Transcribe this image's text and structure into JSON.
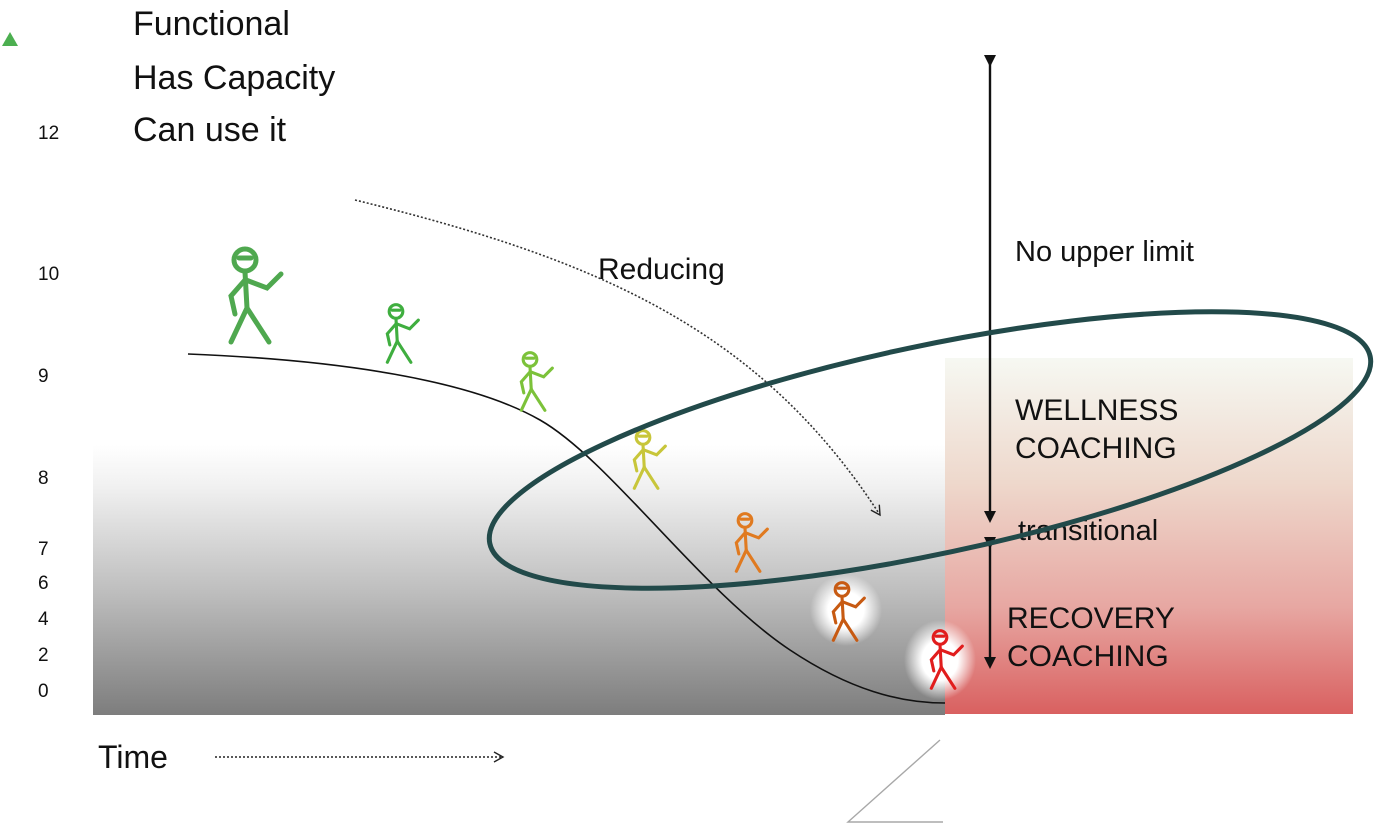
{
  "heading_lines": [
    "Functional",
    "Has Capacity",
    "Can use it"
  ],
  "y_ticks": [
    "12",
    "10",
    "9",
    "8",
    "7",
    "6",
    "4",
    "2",
    "0"
  ],
  "trend_label": "Reducing",
  "x_axis_label": "Time",
  "upper_label": "No upper limit",
  "zones": {
    "wellness": [
      "WELLNESS",
      "COACHING"
    ],
    "transitional": "transitional",
    "recovery": [
      "RECOVERY",
      "COACHING"
    ]
  },
  "colors": {
    "axis_top": "#4caf50",
    "axis_bottom": "#ff1a1a",
    "ellipse": "#224a4a",
    "coaching_box_bottom": "#d96060"
  },
  "figures": [
    {
      "icon": "stick-figure-icon",
      "color": "#4fa84f"
    },
    {
      "icon": "stick-figure-icon",
      "color": "#3fae3f"
    },
    {
      "icon": "stick-figure-icon",
      "color": "#7cc23a"
    },
    {
      "icon": "stick-figure-icon",
      "color": "#c8c63a"
    },
    {
      "icon": "stick-figure-icon",
      "color": "#e07a20"
    },
    {
      "icon": "stick-figure-icon",
      "color": "#c75a12"
    },
    {
      "icon": "stick-figure-icon",
      "color": "#e11d1d"
    }
  ]
}
